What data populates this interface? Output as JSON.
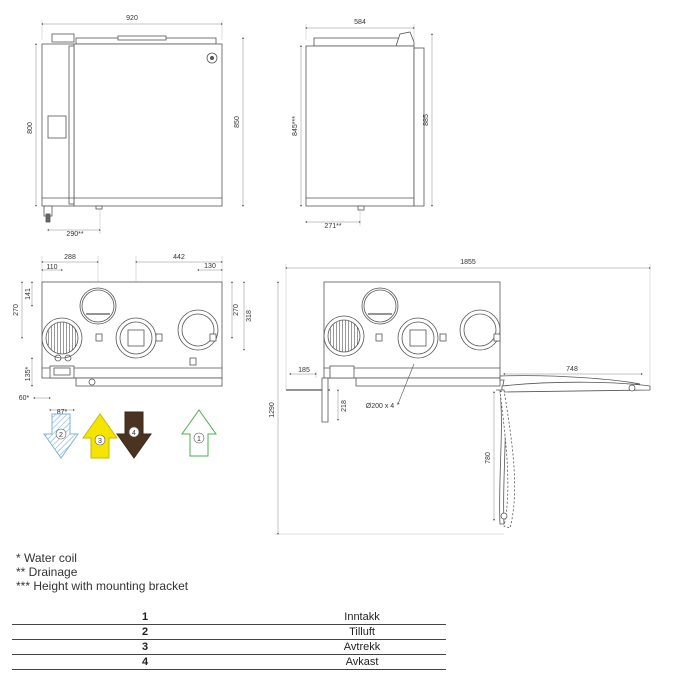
{
  "dimensions": {
    "front_width": "920",
    "front_height": "800",
    "front_total_height": "850",
    "drain_offset": "290**",
    "side_width": "584",
    "side_height_bracket": "845***",
    "side_total_height": "885",
    "side_drain_offset": "271**",
    "top_288": "288",
    "top_110": "110",
    "top_442": "442",
    "top_130": "130",
    "left_270": "270",
    "left_141": "141",
    "right_270": "270",
    "right_318": "318",
    "left_135": "135*",
    "bottom_60": "60*",
    "bottom_87": "87*",
    "install_1855": "1855",
    "install_1290": "1290",
    "install_185": "185",
    "install_218": "218",
    "install_diameter": "Ø200 x 4",
    "install_748": "748",
    "install_780": "780"
  },
  "arrows": [
    {
      "num": "2",
      "direction": "down",
      "color": "#7fb3d5",
      "style": "hatched"
    },
    {
      "num": "3",
      "direction": "up",
      "color": "#f5e400",
      "style": "solid"
    },
    {
      "num": "4",
      "direction": "down",
      "color": "#4a3320",
      "style": "solid"
    },
    {
      "num": "1",
      "direction": "up",
      "color": "#4caf50",
      "style": "outline"
    }
  ],
  "notes": [
    "* Water coil",
    "** Drainage",
    "*** Height with mounting bracket"
  ],
  "legend": [
    {
      "num": "1",
      "name": "Inntakk"
    },
    {
      "num": "2",
      "name": "Tilluft"
    },
    {
      "num": "3",
      "name": "Avtrekk"
    },
    {
      "num": "4",
      "name": "Avkast"
    }
  ]
}
